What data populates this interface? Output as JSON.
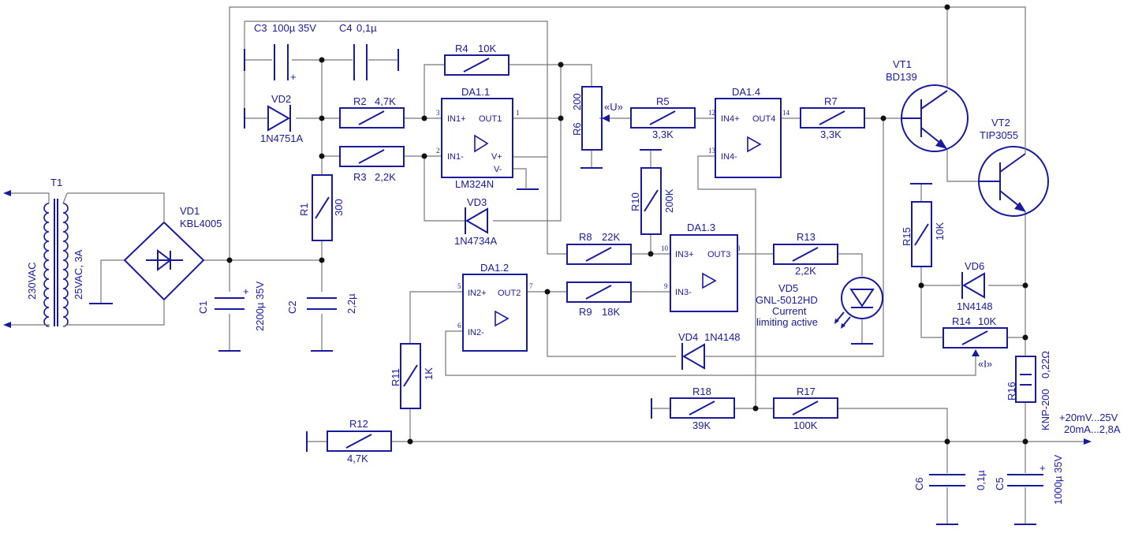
{
  "transformer": {
    "ref": "T1",
    "primary": "230VAC",
    "secondary": "25VAC, 3A"
  },
  "bridge": {
    "ref": "VD1",
    "part": "KBL4005"
  },
  "c1": {
    "ref": "C1",
    "value": "2200µ 35V"
  },
  "c2": {
    "ref": "C2",
    "value": "2,2µ"
  },
  "c3": {
    "ref": "C3",
    "value": "100µ 35V"
  },
  "c4": {
    "ref": "C4",
    "value": "0,1µ"
  },
  "c5": {
    "ref": "C5",
    "value": "1000µ 35V"
  },
  "c6": {
    "ref": "C6",
    "value": "0,1µ"
  },
  "vd2": {
    "ref": "VD2",
    "part": "1N4751A"
  },
  "vd3": {
    "ref": "VD3",
    "part": "1N4734A"
  },
  "vd4": {
    "ref": "VD4",
    "part": "1N4148"
  },
  "vd5": {
    "ref": "VD5",
    "part": "GNL-5012HD",
    "note1": "Current",
    "note2": "limiting active"
  },
  "vd6": {
    "ref": "VD6",
    "part": "1N4148"
  },
  "r1": {
    "ref": "R1",
    "value": "300"
  },
  "r2": {
    "ref": "R2",
    "value": "4,7K"
  },
  "r3": {
    "ref": "R3",
    "value": "2,2K"
  },
  "r4": {
    "ref": "R4",
    "value": "10K"
  },
  "r5": {
    "ref": "R5",
    "value": "3,3K"
  },
  "r6": {
    "ref": "R6",
    "value": "200",
    "label": "«U»"
  },
  "r7": {
    "ref": "R7",
    "value": "3,3K"
  },
  "r8": {
    "ref": "R8",
    "value": "22K"
  },
  "r9": {
    "ref": "R9",
    "value": "18K"
  },
  "r10": {
    "ref": "R10",
    "value": "200K"
  },
  "r11": {
    "ref": "R11",
    "value": "1K"
  },
  "r12": {
    "ref": "R12",
    "value": "4,7K"
  },
  "r13": {
    "ref": "R13",
    "value": "2,2K"
  },
  "r14": {
    "ref": "R14",
    "value": "10K",
    "label": "«I»"
  },
  "r15": {
    "ref": "R15",
    "value": "10K"
  },
  "r16": {
    "ref": "R16",
    "value": "0,22Ω",
    "part": "KNP-200"
  },
  "r17": {
    "ref": "R17",
    "value": "100K"
  },
  "r18": {
    "ref": "R18",
    "value": "39K"
  },
  "vt1": {
    "ref": "VT1",
    "part": "BD139"
  },
  "vt2": {
    "ref": "VT2",
    "part": "TIP3055"
  },
  "da1_1": {
    "ref": "DA1.1",
    "part": "LM324N",
    "in_p": "IN1+",
    "in_n": "IN1-",
    "out": "OUT1",
    "vp": "V+",
    "vn": "V-",
    "pin_p": "3",
    "pin_n": "2",
    "pin_o": "1"
  },
  "da1_2": {
    "ref": "DA1.2",
    "in_p": "IN2+",
    "in_n": "IN2-",
    "out": "OUT2",
    "pin_p": "5",
    "pin_n": "6",
    "pin_o": "7"
  },
  "da1_3": {
    "ref": "DA1.3",
    "in_p": "IN3+",
    "in_n": "IN3-",
    "out": "OUT3",
    "pin_p": "10",
    "pin_n": "9",
    "pin_o": "8"
  },
  "da1_4": {
    "ref": "DA1.4",
    "in_p": "IN4+",
    "in_n": "IN4-",
    "out": "OUT4",
    "pin_p": "12",
    "pin_n": "13",
    "pin_o": "14"
  },
  "output": {
    "voltage": "+20mV...25V",
    "current": "20mA...2,8A"
  },
  "colors": {
    "component": "#1a1a9c",
    "wire": "#777777",
    "junction": "#111111"
  }
}
